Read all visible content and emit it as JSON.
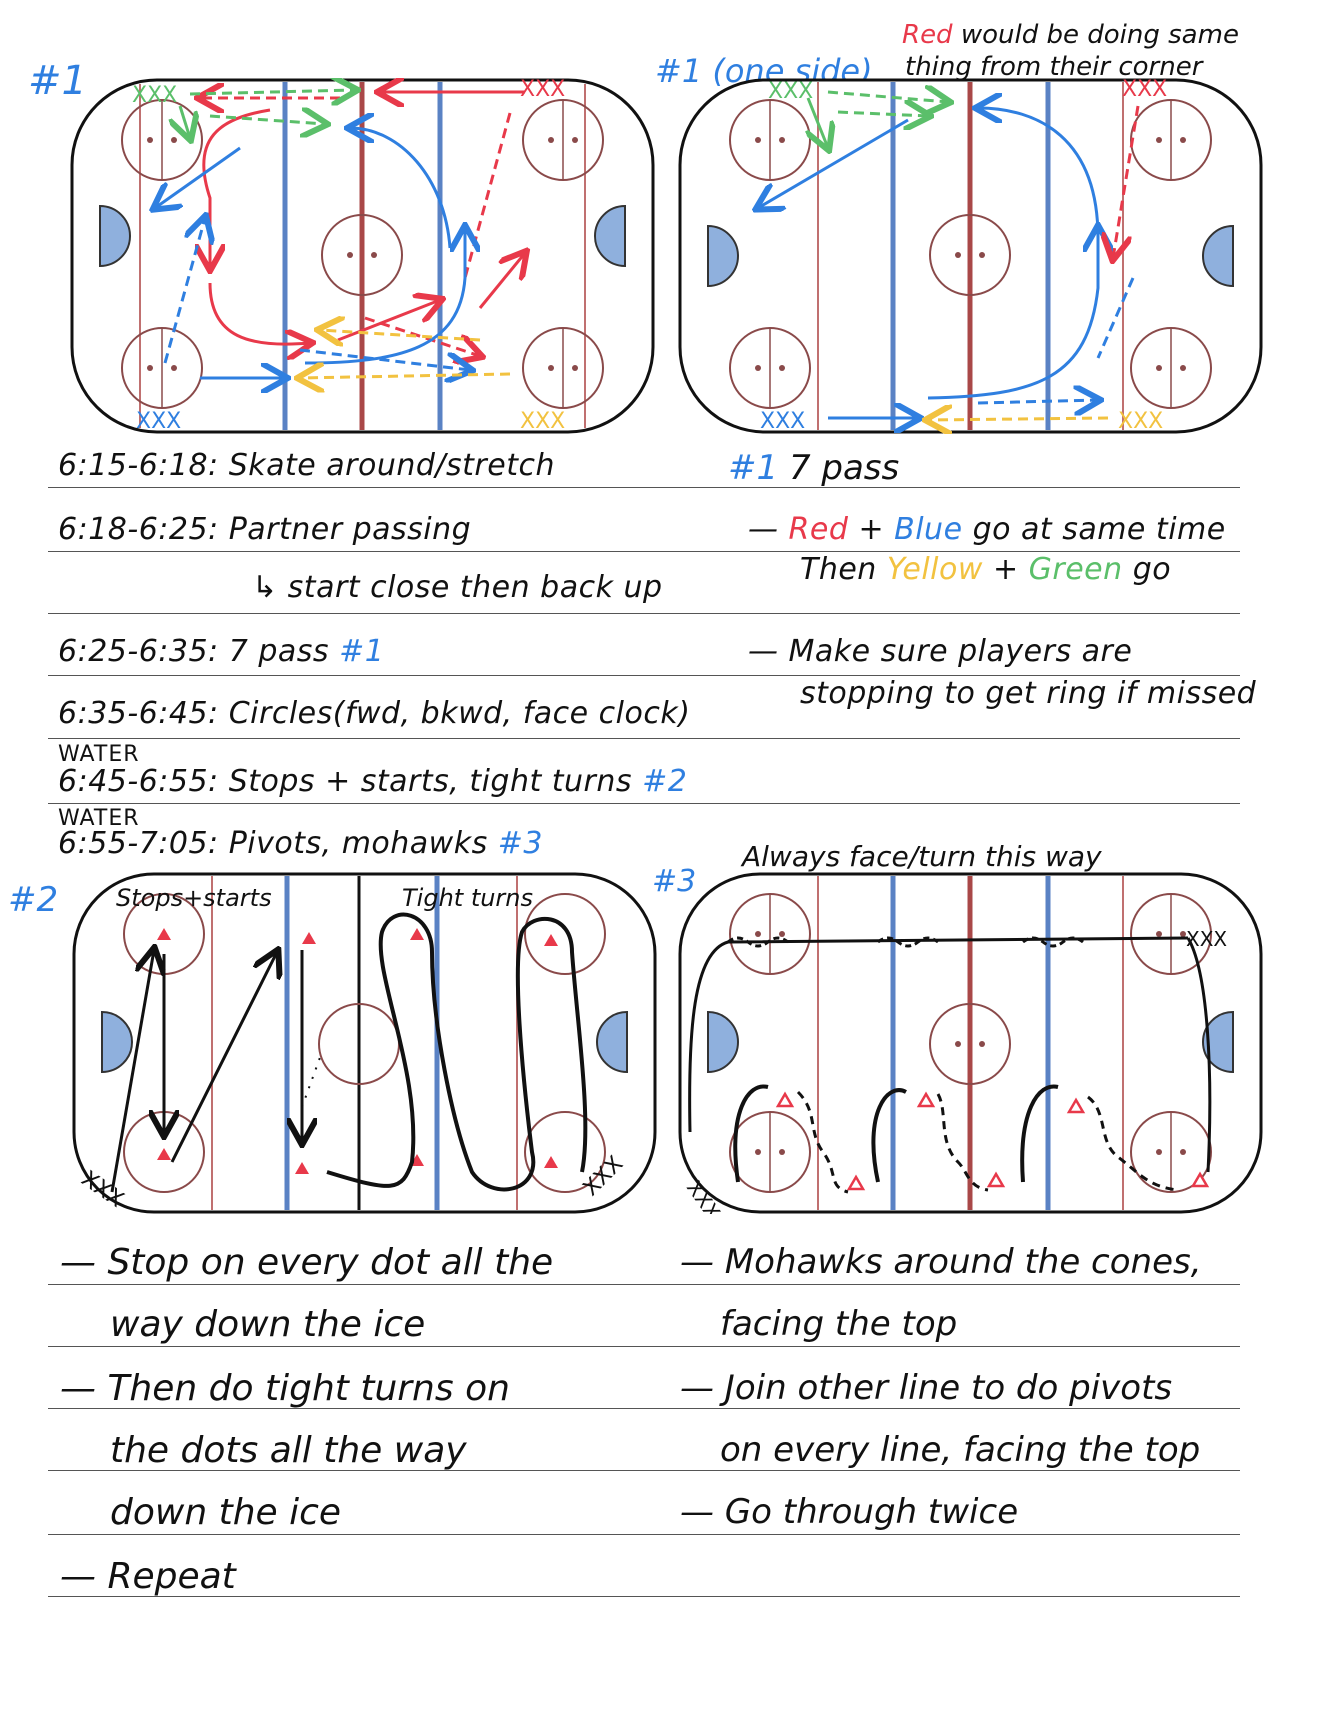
{
  "diagrams": {
    "d1_label": "#1",
    "d1b_label": "#1 (one side)",
    "d1b_note_red": "Red",
    "d1b_note_rest_line1": " would be doing same",
    "d1b_note_line2": "thing from their corner",
    "d2_label": "#2",
    "d2_stops": "Stops+starts",
    "d2_turns": "Tight turns",
    "d3_label": "#3",
    "d3_note": "Always face/turn this way",
    "xxx": "XXX"
  },
  "schedule": [
    {
      "text": "6:15-6:18: Skate around/stretch"
    },
    {
      "text": "6:18-6:25: Partner passing"
    },
    {
      "text": "↳ start close then back up"
    },
    {
      "text": "6:25-6:35: 7 pass",
      "tag": "#1"
    },
    {
      "text": "6:35-6:45: Circles(fwd, bkwd, face clock)"
    },
    {
      "text": "6:45-6:55: Stops + starts, tight turns",
      "tag": "#2"
    },
    {
      "text": "6:55-7:05: Pivots, mohawks",
      "tag": "#3"
    }
  ],
  "water_labels": [
    "WATER",
    "WATER"
  ],
  "drill1": {
    "tag": "#1",
    "title": "7 pass",
    "line1": {
      "dash": "—",
      "red": "Red",
      "plus1": "+",
      "blue": "Blue",
      "rest": "go at same time"
    },
    "line2": {
      "then": "Then",
      "yellow": "Yellow",
      "plus": "+",
      "green": "Green",
      "go": "go"
    },
    "line3": "— Make sure players are",
    "line4": "stopping to get ring if missed"
  },
  "notes_left": [
    "— Stop on every dot all the",
    "way down the ice",
    "— Then do tight turns on",
    "the dots all the way",
    "down the ice",
    "— Repeat"
  ],
  "notes_right": [
    "— Mohawks around the cones,",
    "facing the top",
    "— Join other line to do pivots",
    "on every line, facing the top",
    "— Go through twice"
  ],
  "colors": {
    "red": "#e8394a",
    "blue": "#2f7fe0",
    "yellow": "#f2c240",
    "green": "#5bbf6a",
    "crease": "#8fb0dd"
  }
}
